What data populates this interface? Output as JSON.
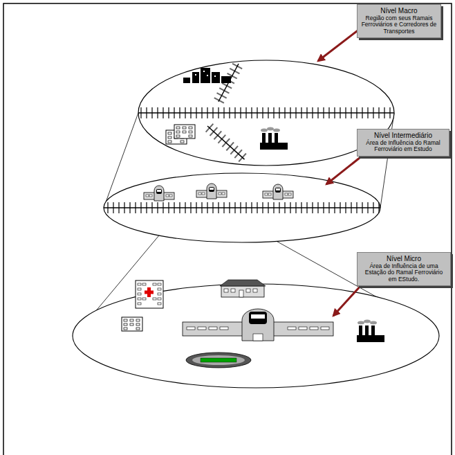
{
  "diagram": {
    "nodes": [
      {
        "text": [
          "Nível Macro",
          "Região com seus Ramais Ferroviários e Corredores de Transportes"
        ]
      },
      {
        "text": [
          "Nível Intermediário",
          "Área de Influência do Ramal Ferroviário em Estudo"
        ]
      },
      {
        "text": [
          "Nível Micro",
          "Área de Influência de uma Estação do Ramal Ferroviário em EStudo."
        ]
      }
    ],
    "edges": []
  }
}
